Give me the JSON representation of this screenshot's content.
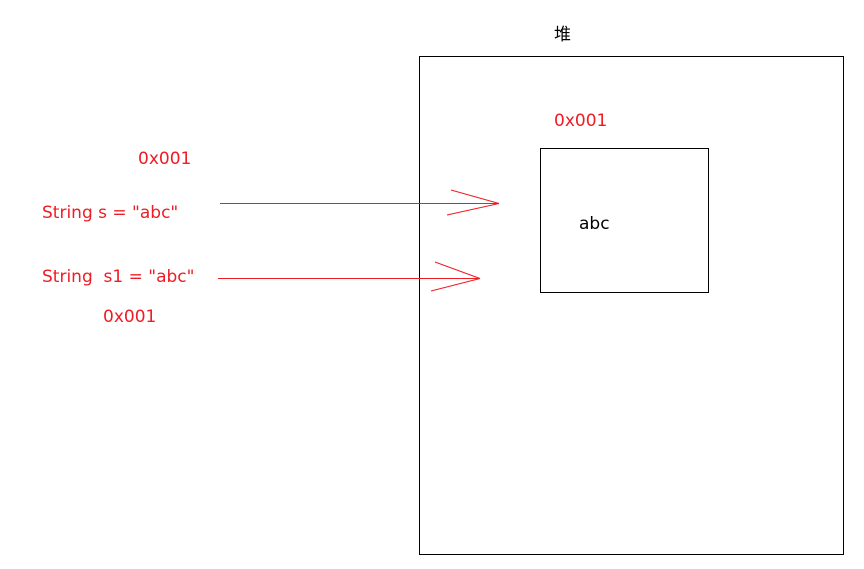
{
  "heap_label": "堆",
  "object_address": "0x001",
  "object_value": "abc",
  "var_s": {
    "code": "String s = \"abc\"",
    "address": "0x001"
  },
  "var_s1": {
    "code": "String  s1 = \"abc\"",
    "address": "0x001"
  },
  "colors": {
    "reference": "#ee1c24",
    "outline": "#000000"
  }
}
